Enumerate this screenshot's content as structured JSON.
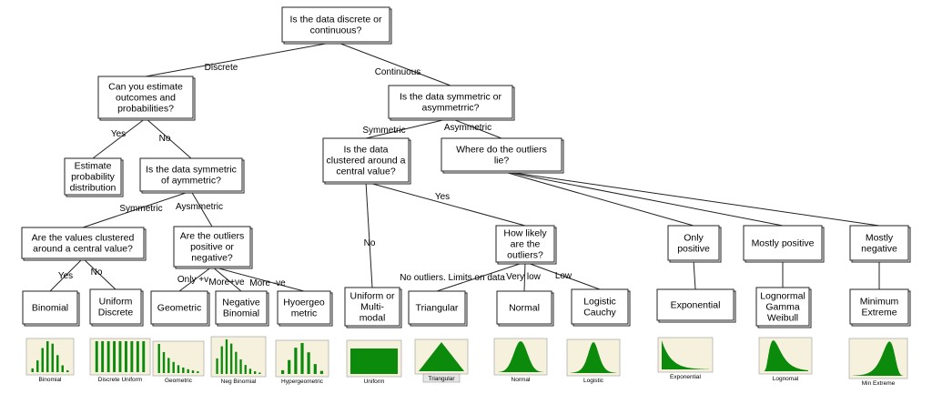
{
  "nodes": [
    {
      "id": "root",
      "lines": [
        "Is the data discrete or",
        "continuous?"
      ]
    },
    {
      "id": "estimate_q",
      "lines": [
        "Can you estimate",
        "outcomes and",
        "probabilities?"
      ]
    },
    {
      "id": "sym_cont_q",
      "lines": [
        "Is the data symmetric or",
        "asymmetrric?"
      ]
    },
    {
      "id": "estimate_prob",
      "lines": [
        "Estimate",
        "probability",
        "distribution"
      ]
    },
    {
      "id": "sym_disc_q",
      "lines": [
        "Is the data symmetric",
        "of aymmetric?"
      ]
    },
    {
      "id": "clustered_cont_q",
      "lines": [
        "Is the data",
        "clustered around a",
        "central value?"
      ]
    },
    {
      "id": "outliers_lie_q",
      "lines": [
        "Where do the outliers",
        "lie?"
      ]
    },
    {
      "id": "clustered_disc_q",
      "lines": [
        "Are the values clustered",
        "around a central value?"
      ]
    },
    {
      "id": "outliers_sign_q",
      "lines": [
        "Are the outliers",
        "positive or",
        "negative?"
      ]
    },
    {
      "id": "likely_q",
      "lines": [
        "How likely",
        "are the",
        "outliers?"
      ]
    },
    {
      "id": "only_positive",
      "lines": [
        "Only",
        "positive"
      ]
    },
    {
      "id": "mostly_positive",
      "lines": [
        "Mostly positive"
      ]
    },
    {
      "id": "mostly_negative",
      "lines": [
        "Mostly",
        "negative"
      ]
    },
    {
      "id": "binomial",
      "lines": [
        "Binomial"
      ]
    },
    {
      "id": "uniform_discrete",
      "lines": [
        "Uniform",
        "Discrete"
      ]
    },
    {
      "id": "geometric",
      "lines": [
        "Geometric"
      ]
    },
    {
      "id": "neg_binomial",
      "lines": [
        "Negative",
        "Binomial"
      ]
    },
    {
      "id": "hypergeo",
      "lines": [
        "Hyoergeo",
        "metric"
      ]
    },
    {
      "id": "uniform_multi",
      "lines": [
        "Uniform or",
        "Multi-",
        "modal"
      ]
    },
    {
      "id": "triangular",
      "lines": [
        "Triangular"
      ]
    },
    {
      "id": "normal",
      "lines": [
        "Normal"
      ]
    },
    {
      "id": "logistic",
      "lines": [
        "Logistic",
        "Cauchy"
      ]
    },
    {
      "id": "exponential",
      "lines": [
        "Exponential"
      ]
    },
    {
      "id": "lognormal",
      "lines": [
        "Lognormal",
        "Gamma",
        "Weibull"
      ]
    },
    {
      "id": "min_extreme",
      "lines": [
        "Minimum",
        "Extreme"
      ]
    }
  ],
  "edge_labels": {
    "discrete": "Discrete",
    "continuous": "Continuous",
    "yes_estimate": "Yes",
    "no_estimate": "No",
    "symmetric_disc": "Symmetric",
    "asymmetric_disc": "Aysmmetric",
    "symmetric_cont": "Symmetric",
    "asymmetric_cont": "Asymmetric",
    "yes_binomial": "Yes",
    "no_uniform": "No",
    "only_pos_v": "Only +v",
    "more_pos_ve": "More+ve",
    "more_neg_ve": "More -ve",
    "no_uniform_multi": "No",
    "yes_likely": "Yes",
    "no_outliers": "No outliers. Limits on data",
    "very_low": "Very low",
    "low": "Low"
  },
  "thumbnails": [
    {
      "id": "t_binomial",
      "caption": "Binomial",
      "shape": "bars",
      "values": [
        0.12,
        0.38,
        0.78,
        1.0,
        0.92,
        0.55,
        0.22,
        0.06
      ]
    },
    {
      "id": "t_disc_uniform",
      "caption": "Discrete Uniform",
      "shape": "bars",
      "values": [
        1,
        1,
        1,
        1,
        1,
        1,
        1,
        1,
        1
      ]
    },
    {
      "id": "t_geometric",
      "caption": "Geometric",
      "shape": "bars",
      "values": [
        1.0,
        0.72,
        0.52,
        0.38,
        0.27,
        0.19,
        0.13,
        0.09,
        0.06
      ]
    },
    {
      "id": "t_neg_binomial",
      "caption": "Neg Binomial",
      "shape": "bars",
      "values": [
        0.45,
        0.8,
        1.0,
        0.88,
        0.64,
        0.42,
        0.26,
        0.15,
        0.08,
        0.04
      ]
    },
    {
      "id": "t_hypergeo",
      "caption": "Hypergeometric",
      "shape": "bars",
      "values": [
        0.12,
        0.45,
        0.85,
        1.0,
        0.7,
        0.32,
        0.1
      ]
    },
    {
      "id": "t_uniform",
      "caption": "Uniform",
      "shape": "rect"
    },
    {
      "id": "t_triangular",
      "caption": "Triangular",
      "shape": "triangle"
    },
    {
      "id": "t_normal",
      "caption": "Normal",
      "shape": "normal"
    },
    {
      "id": "t_logistic",
      "caption": "Logistic",
      "shape": "logistic"
    },
    {
      "id": "t_exponential",
      "caption": "Exponential",
      "shape": "exponential"
    },
    {
      "id": "t_lognormal",
      "caption": "Lognomal",
      "shape": "lognormal"
    },
    {
      "id": "t_min_extreme",
      "caption": "Min Extreme",
      "shape": "minextreme"
    }
  ],
  "colors": {
    "mark": "#0b8a0b",
    "thumb_bg": "#f6f1dc"
  }
}
